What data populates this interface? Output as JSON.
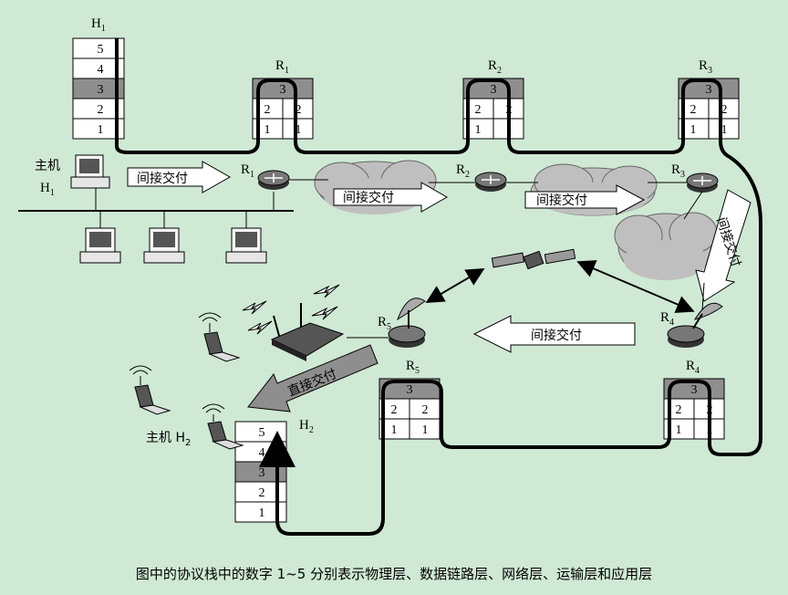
{
  "caption": "图中的协议栈中的数字 1~5 分别表示物理层、数据链路层、网络层、运输层和应用层",
  "labels": {
    "h1_stack": "H",
    "h1_sub": "1",
    "h2_stack": "H",
    "h2_sub": "2",
    "host1_prefix": "主机",
    "host1": "H",
    "host1_sub": "1",
    "host2_prefix": "主机 H",
    "host2_sub": "2",
    "r": "R",
    "r1_sub": "1",
    "r2_sub": "2",
    "r3_sub": "3",
    "r4_sub": "4",
    "r5_sub": "5"
  },
  "delivery": {
    "indirect": "间接交付",
    "direct": "直接交付"
  },
  "stacks": {
    "host_layers": [
      "5",
      "4",
      "3",
      "2",
      "1"
    ],
    "router_top": "3",
    "router_mid": [
      "2",
      "2"
    ],
    "router_bot": [
      "1",
      "1"
    ]
  },
  "colors": {
    "background": "#cfe9d4",
    "shaded_layer": "#8e8e8e",
    "cloud": "#bfbfbf",
    "path": "#000000"
  }
}
